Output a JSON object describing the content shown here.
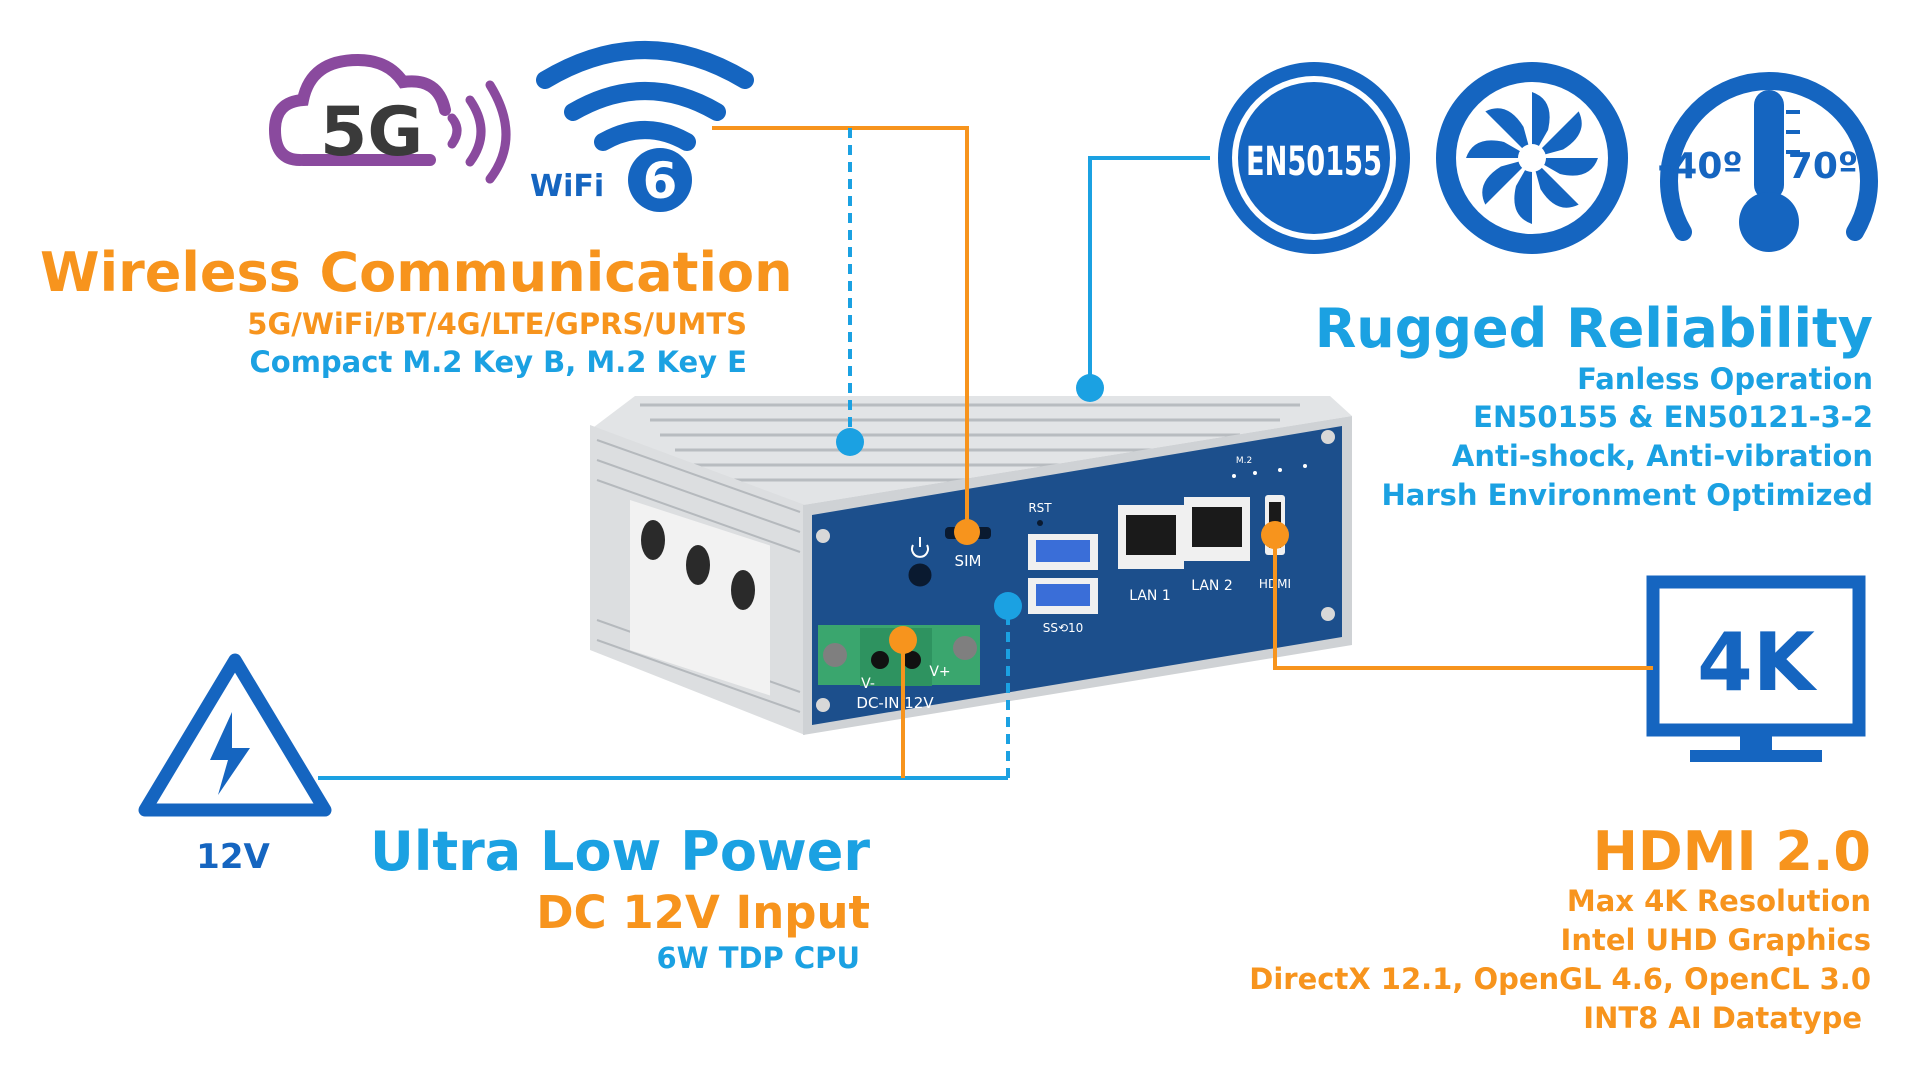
{
  "colors": {
    "orange": "#f7941d",
    "blue": "#1ba1e2",
    "dark_blue": "#1565c0",
    "purple": "#8a4a9e",
    "panel_blue": "#1c4f8c"
  },
  "icons": {
    "g5": {
      "text": "5G"
    },
    "wifi": {
      "label": "WiFi",
      "number": "6"
    },
    "en50155": {
      "text": "EN50155"
    },
    "fan": {
      "name": "fan-icon"
    },
    "temperature": {
      "low": "-40º",
      "high": "70º"
    },
    "monitor": {
      "text": "4K"
    },
    "power": {
      "text": "12V"
    }
  },
  "device": {
    "sim_label": "SIM",
    "rst_label": "RST",
    "lan1_label": "LAN 1",
    "lan2_label": "LAN 2",
    "hdmi_label": "HDMI",
    "m2_label": "M.2",
    "vminus_label": "V-",
    "vplus_label": "V+",
    "dcin_label": "DC-IN 12V",
    "usb_label": "SS⟲10"
  },
  "wireless": {
    "title": "Wireless Communication",
    "line1": "5G/WiFi/BT/4G/LTE/GPRS/UMTS",
    "line2": "Compact M.2 Key B, M.2 Key E"
  },
  "rugged": {
    "title": "Rugged Reliability",
    "lines": [
      "Fanless Operation",
      "EN50155 & EN50121-3-2",
      "Anti-shock, Anti-vibration",
      "Harsh Environment Optimized"
    ]
  },
  "power": {
    "title": "Ultra Low Power",
    "line1": "DC 12V Input",
    "line2": "6W TDP CPU"
  },
  "hdmi": {
    "title": "HDMI 2.0",
    "lines": [
      "Max 4K Resolution",
      "Intel UHD Graphics",
      "DirectX 12.1, OpenGL 4.6, OpenCL 3.0",
      "INT8 AI Datatype"
    ]
  }
}
